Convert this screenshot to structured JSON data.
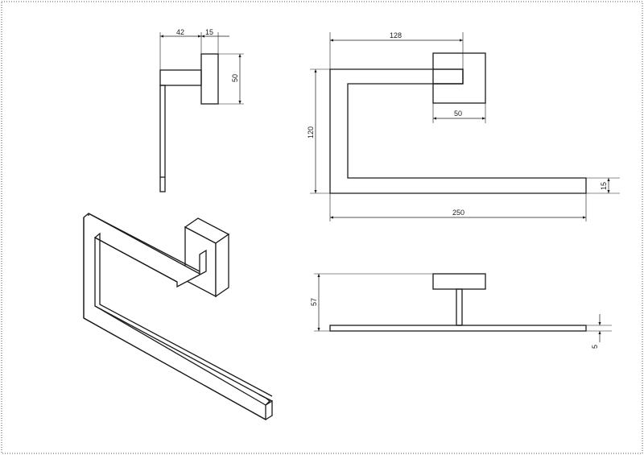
{
  "dimensions": {
    "side_depth": "42",
    "side_plate_thickness": "15",
    "side_plate_height": "50",
    "front_top_length": "128",
    "front_plate_width": "50",
    "front_height": "120",
    "front_bar_thickness": "15",
    "front_total_length": "250",
    "top_projection": "57",
    "top_bar_thickness": "5"
  }
}
